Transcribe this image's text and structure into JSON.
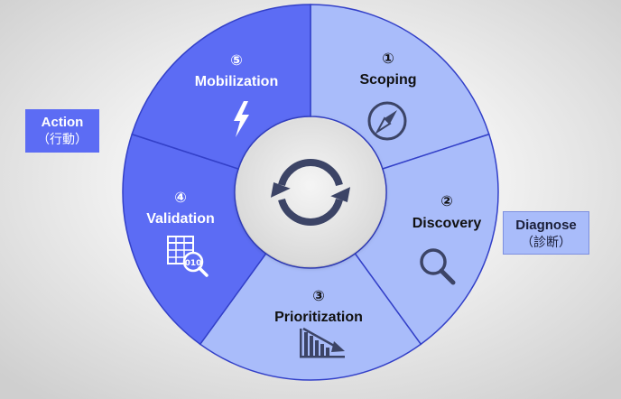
{
  "segments": [
    {
      "number": "①",
      "label": "Scoping",
      "icon": "compass-icon",
      "phase": "diagnose"
    },
    {
      "number": "②",
      "label": "Discovery",
      "icon": "magnifier-icon",
      "phase": "diagnose"
    },
    {
      "number": "③",
      "label": "Prioritization",
      "icon": "declining-chart-icon",
      "phase": "diagnose"
    },
    {
      "number": "④",
      "label": "Validation",
      "icon": "table-inspect-icon",
      "phase": "action"
    },
    {
      "number": "⑤",
      "label": "Mobilization",
      "icon": "lightning-icon",
      "phase": "action"
    }
  ],
  "center": {
    "icon": "cycle-arrows-icon"
  },
  "phases": {
    "action": {
      "title": "Action",
      "subtitle": "（行動）"
    },
    "diagnose": {
      "title": "Diagnose",
      "subtitle": "（診断）"
    }
  },
  "colors": {
    "action": "#5c6cf4",
    "diagnose": "#a9bcfa",
    "outline": "#3340c8",
    "icon": "#3c4466",
    "text_dark": "#111111",
    "text_light": "#ffffff"
  }
}
